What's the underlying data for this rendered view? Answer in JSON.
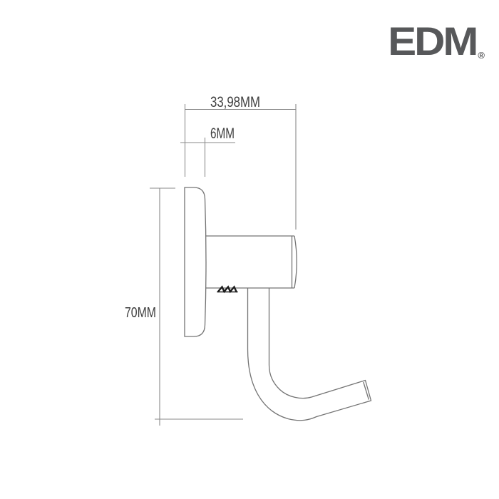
{
  "brand": {
    "logo_text": "EDM",
    "registered_mark": "®",
    "logo_color": "#57585a"
  },
  "drawing": {
    "type": "technical-dimension-drawing",
    "subject": "wall hook side view",
    "dimensions": {
      "width": {
        "label": "33,98MM"
      },
      "plate_thickness": {
        "label": "6MM"
      },
      "height": {
        "label": "70MM"
      }
    },
    "colors": {
      "object_line": "#737373",
      "dimension_line": "#8a8a8a",
      "dimension_text": "#3f3f3f",
      "set_screw": "#1c1c1c",
      "background": "#ffffff"
    }
  }
}
